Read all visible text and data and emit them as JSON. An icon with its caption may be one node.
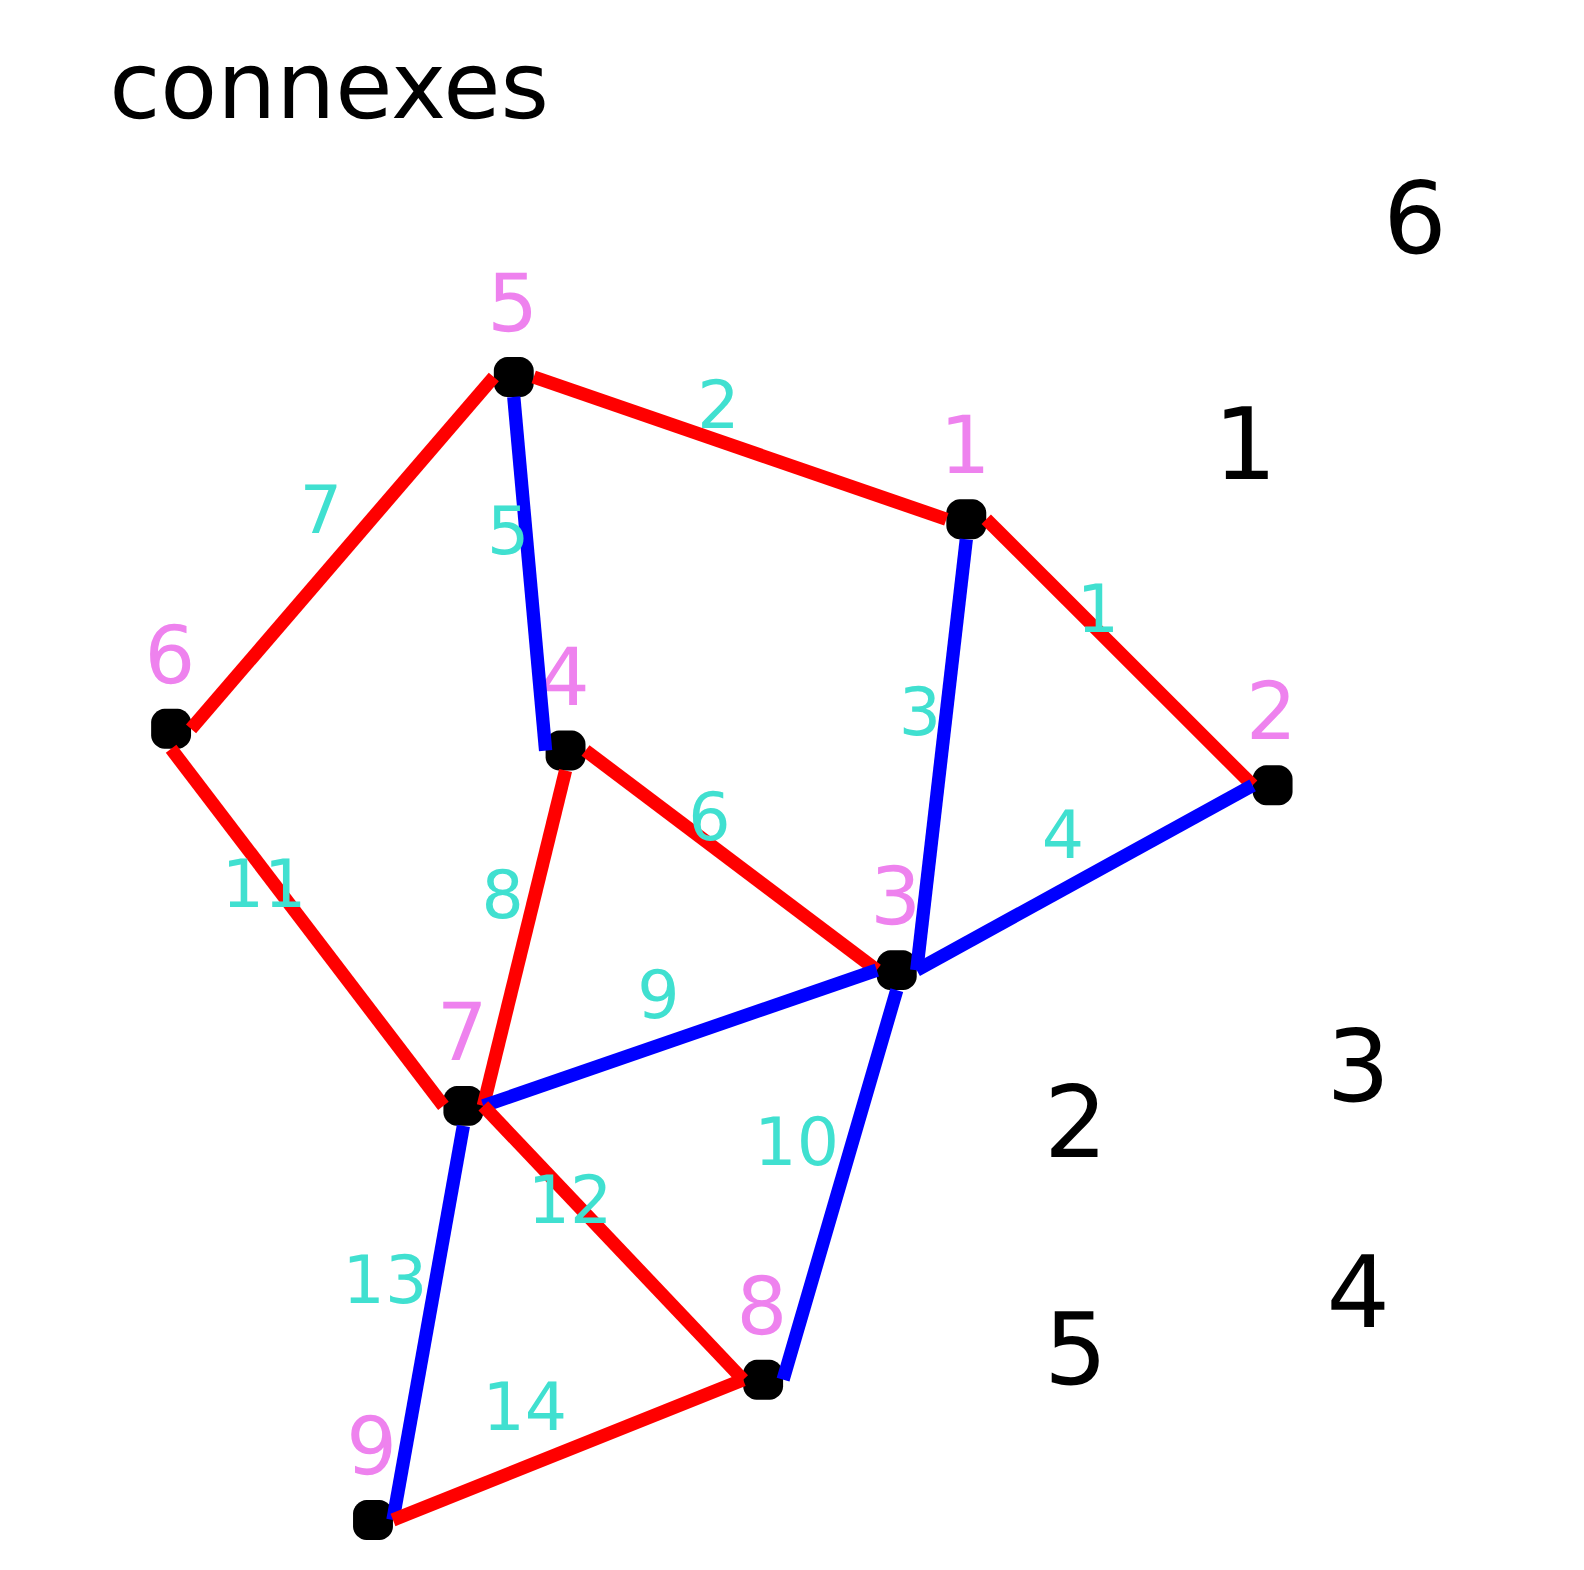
{
  "diagram": {
    "title": "connexes",
    "nodes": [
      {
        "text": [],
        "shape": "circle",
        "beside": [
          "1"
        ]
      },
      {
        "text": [],
        "shape": "circle",
        "beside": [
          "2"
        ]
      },
      {
        "text": [],
        "shape": "circle",
        "beside": [
          "3"
        ]
      },
      {
        "text": [],
        "shape": "circle",
        "beside": [
          "4"
        ]
      },
      {
        "text": [],
        "shape": "circle",
        "beside": [
          "5"
        ]
      },
      {
        "text": [],
        "shape": "circle",
        "beside": [
          "6"
        ]
      },
      {
        "text": [],
        "shape": "circle",
        "beside": [
          "7"
        ]
      },
      {
        "text": [],
        "shape": "circle",
        "beside": [
          "8"
        ]
      },
      {
        "text": [],
        "shape": "circle",
        "beside": [
          "9"
        ]
      }
    ],
    "edges": [
      {
        "from": 0,
        "to": 1,
        "arrow": "none",
        "label": "1"
      },
      {
        "from": 0,
        "to": 4,
        "arrow": "none",
        "label": "2"
      },
      {
        "from": 0,
        "to": 2,
        "arrow": "none",
        "label": "3",
        "color": "#0000ff"
      },
      {
        "from": 1,
        "to": 2,
        "arrow": "none",
        "label": "4",
        "color": "#0000ff"
      },
      {
        "from": 4,
        "to": 3,
        "arrow": "none",
        "label": "5",
        "color": "#0000ff"
      },
      {
        "from": 3,
        "to": 2,
        "arrow": "none",
        "label": "6"
      },
      {
        "from": 4,
        "to": 5,
        "arrow": "none",
        "label": "7"
      },
      {
        "from": 3,
        "to": 6,
        "arrow": "none",
        "label": "8"
      },
      {
        "from": 6,
        "to": 2,
        "arrow": "none",
        "label": "9",
        "color": "#0000ff"
      },
      {
        "from": 2,
        "to": 7,
        "arrow": "none",
        "label": "10",
        "color": "#0000ff"
      },
      {
        "from": 5,
        "to": 6,
        "arrow": "none",
        "label": "11"
      },
      {
        "from": 6,
        "to": 7,
        "arrow": "none",
        "label": "12"
      },
      {
        "from": 6,
        "to": 8,
        "arrow": "none",
        "label": "13",
        "color": "#0000ff"
      },
      {
        "from": 8,
        "to": 7,
        "arrow": "none",
        "label": "14"
      }
    ],
    "labels": [
      "2",
      "1",
      "4",
      "3",
      "5",
      "6"
    ]
  }
}
